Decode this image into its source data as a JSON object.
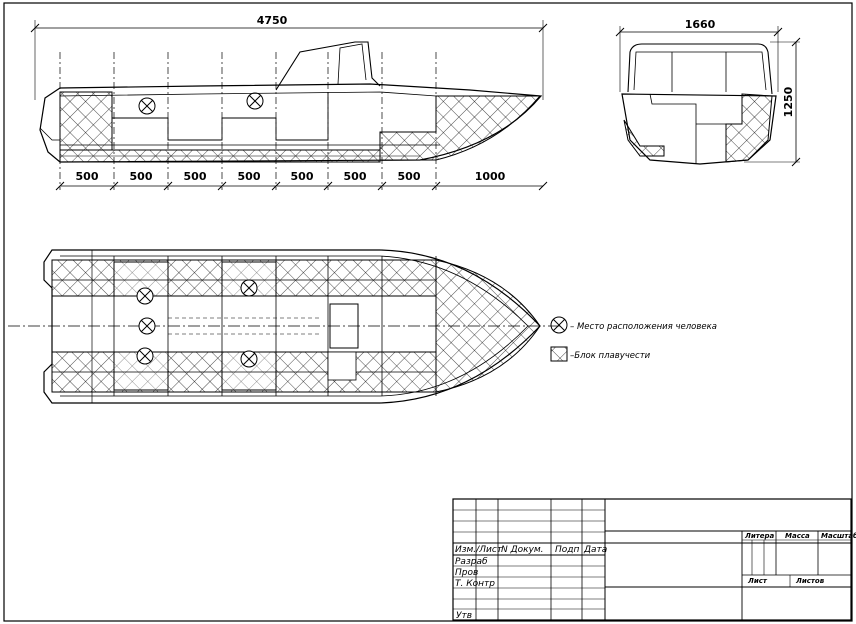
{
  "dimensions": {
    "overall_length": "4750",
    "beam": "1660",
    "height": "1250",
    "segments": [
      "500",
      "500",
      "500",
      "500",
      "500",
      "500",
      "500",
      "1000"
    ]
  },
  "legend": {
    "person_position": "– Место расположения человека",
    "buoyancy_block": "–Блок плавучести"
  },
  "title_block": {
    "col_izm_list": "Изм./Лист",
    "col_n_dokum": "N  Докум.",
    "col_podp": "Подп",
    "col_data": "Дата",
    "row_razrab": "Разраб",
    "row_prov": "Пров",
    "row_t_kontr": "Т. Контр",
    "row_utv": "Утв",
    "litera": "Литера",
    "massa": "Масса",
    "masshtab": "Масштаб",
    "list": "Лист",
    "listov": "Листов"
  },
  "colors": {
    "line": "#000000",
    "background": "#ffffff"
  }
}
